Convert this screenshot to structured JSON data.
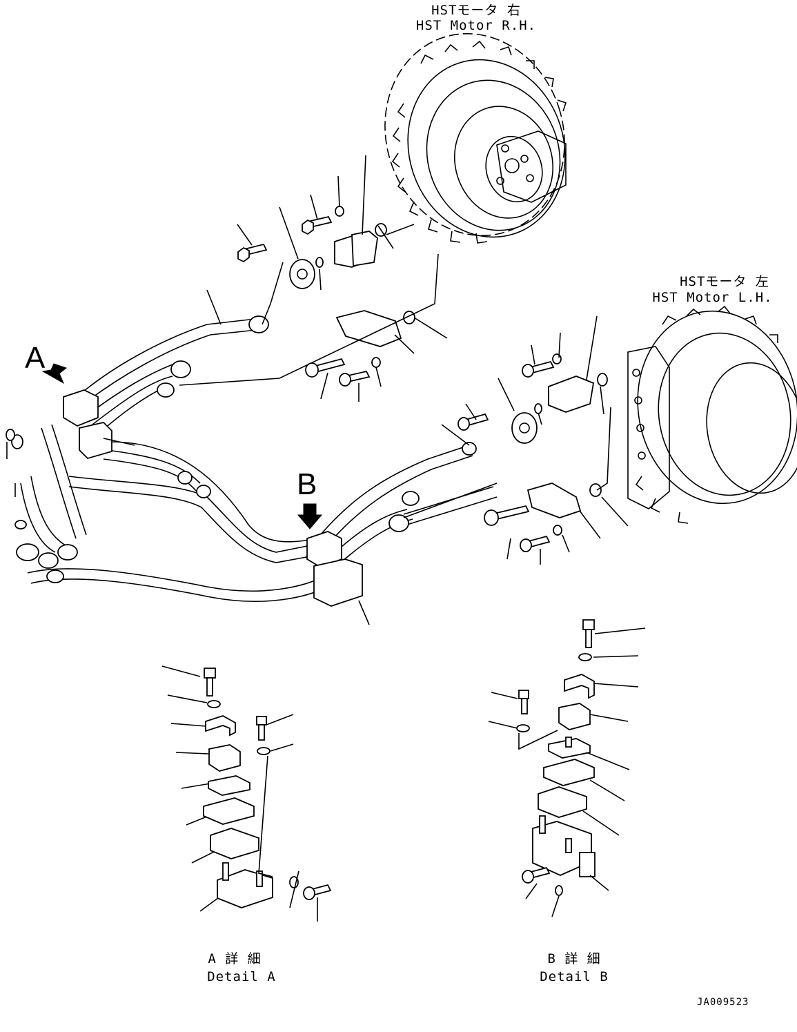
{
  "motor_rh": {
    "label_jp": "HSTモータ 右",
    "label_en": "HST Motor R.H."
  },
  "motor_lh": {
    "label_jp": "HSTモータ 左",
    "label_en": "HST Motor L.H."
  },
  "view_arrows": {
    "a": "A",
    "b": "B"
  },
  "detail_a": {
    "label_jp": "A 詳 細",
    "label_en": "Detail A"
  },
  "detail_b": {
    "label_jp": "B 詳 細",
    "label_en": "Detail B"
  },
  "reference_code": "JA009523"
}
